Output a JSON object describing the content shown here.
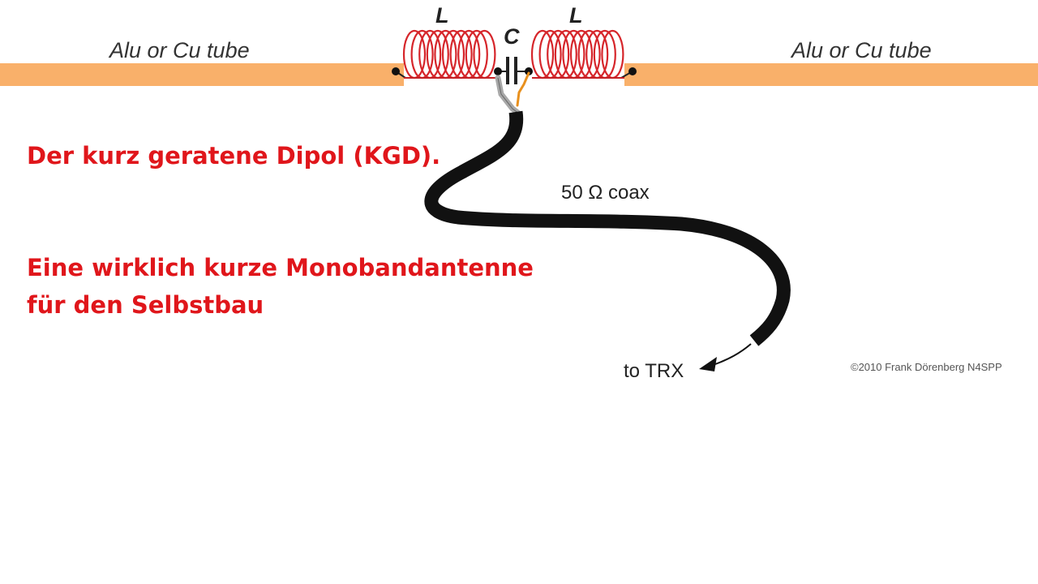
{
  "diagram": {
    "left_tube_label": "Alu or Cu tube",
    "right_tube_label": "Alu or Cu tube",
    "left_coil_label": "L",
    "right_coil_label": "L",
    "capacitor_label": "C",
    "coax_label": "50 Ω coax",
    "trx_label": "to TRX",
    "copyright": "©2010 Frank Dörenberg N4SPP",
    "colors": {
      "tube": "#f9b06a",
      "coil": "#d6262b",
      "cable": "#111111",
      "inner_conductor": "#e8901e",
      "shield": "#a8a8a8"
    }
  },
  "text": {
    "title": "Der kurz geratene Dipol (KGD).",
    "subtitle_line1": "Eine wirklich kurze Monobandantenne",
    "subtitle_line2": "für den Selbstbau",
    "color": "#e0161b"
  }
}
